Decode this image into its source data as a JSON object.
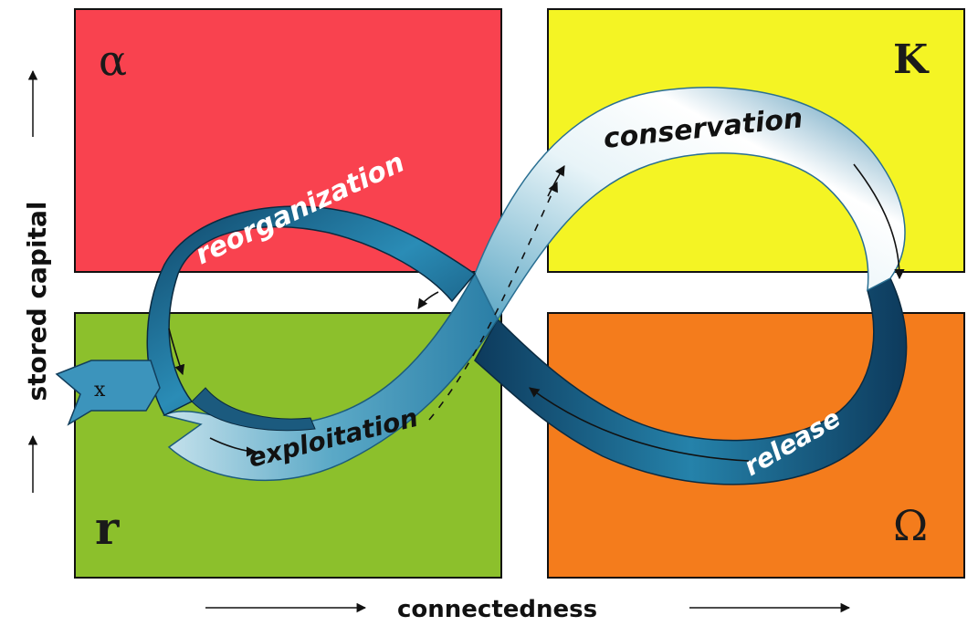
{
  "quadrants": {
    "alpha": {
      "symbol": "α",
      "color": "#f9424f"
    },
    "k": {
      "symbol": "K",
      "color": "#f4f424"
    },
    "r": {
      "symbol": "r",
      "color": "#8cc02c"
    },
    "omega": {
      "symbol": "Ω",
      "color": "#f47c1c"
    }
  },
  "phases": {
    "reorganization": "reorganization",
    "conservation": "conservation",
    "exploitation": "exploitation",
    "release": "release"
  },
  "exit_marker": "x",
  "axes": {
    "x_label": "connectedness",
    "y_label": "stored capital"
  }
}
